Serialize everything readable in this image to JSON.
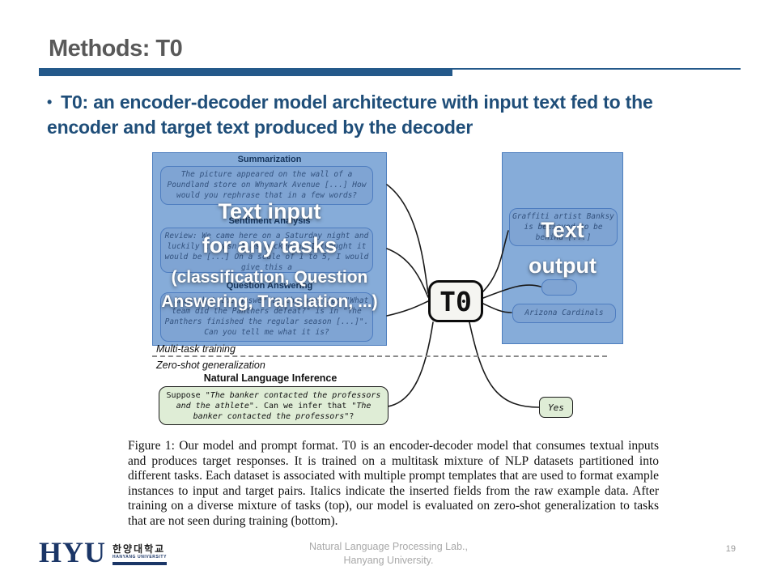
{
  "slide": {
    "title": "Methods: T0",
    "bullet_marker": "•",
    "bullet": "T0: an encoder-decoder model architecture with input text fed to the encoder and target text produced by the decoder",
    "page_number": "19",
    "footer_line1": "Natural Language Processing  Lab.,",
    "footer_line2": "Hanyang University.",
    "logo": {
      "acronym": "HYU",
      "korean": "한양대학교",
      "english": "HANYANG UNIVERSITY"
    },
    "colors": {
      "accent_navy": "#1F4E79",
      "rule_navy": "#24598A",
      "title_gray": "#595959",
      "figure_blue": "#86ACD9",
      "figure_green": "#DFEDD6"
    }
  },
  "figure": {
    "model_label": "T0",
    "overlay": {
      "input_line1": "Text input",
      "input_line2": "for any tasks",
      "input_line3": "(classification, Question",
      "input_line4": "Answering, Translation, ...)",
      "output_line1": "Text",
      "output_line2": "output"
    },
    "train_tasks": [
      {
        "name": "Summarization",
        "prompt": "The picture appeared on the wall of a Poundland store on Whymark Avenue [...] How would you rephrase that in a few words?"
      },
      {
        "name": "Sentiment Analysis",
        "prompt": "Review: We came here on a Saturday night and luckily it wasn't as packed as I thought it would be [...] On a scale of 1 to 5, I would give this a"
      },
      {
        "name": "Question Answering",
        "prompt": "I know that the answer to the question \"What team did the Panthers defeat?\" is in \"The Panthers finished the regular season [...]\". Can you tell me what it is?"
      }
    ],
    "outputs": {
      "graffiti": "Graffiti artist Banksy is believed to be behind [...]",
      "arizona": "Arizona Cardinals"
    },
    "divider": {
      "above": "Multi-task training",
      "below": "Zero-shot generalization"
    },
    "zero_shot": {
      "name": "Natural Language Inference",
      "p1": "Suppose ",
      "p2": "\"The banker contacted the professors and the athlete\"",
      "p3": ". Can we infer that ",
      "p4": "\"The banker contacted the professors\"",
      "p5": "?",
      "answer": "Yes"
    },
    "caption": "Figure 1: Our model and prompt format. T0 is an encoder-decoder model that consumes textual inputs and produces target responses. It is trained on a multitask mixture of NLP datasets partitioned into different tasks. Each dataset is associated with multiple prompt templates that are used to format example instances to input and target pairs. Italics indicate the inserted fields from the raw example data. After training on a diverse mixture of tasks (top), our model is evaluated on zero-shot generalization to tasks that are not seen during training (bottom)."
  }
}
